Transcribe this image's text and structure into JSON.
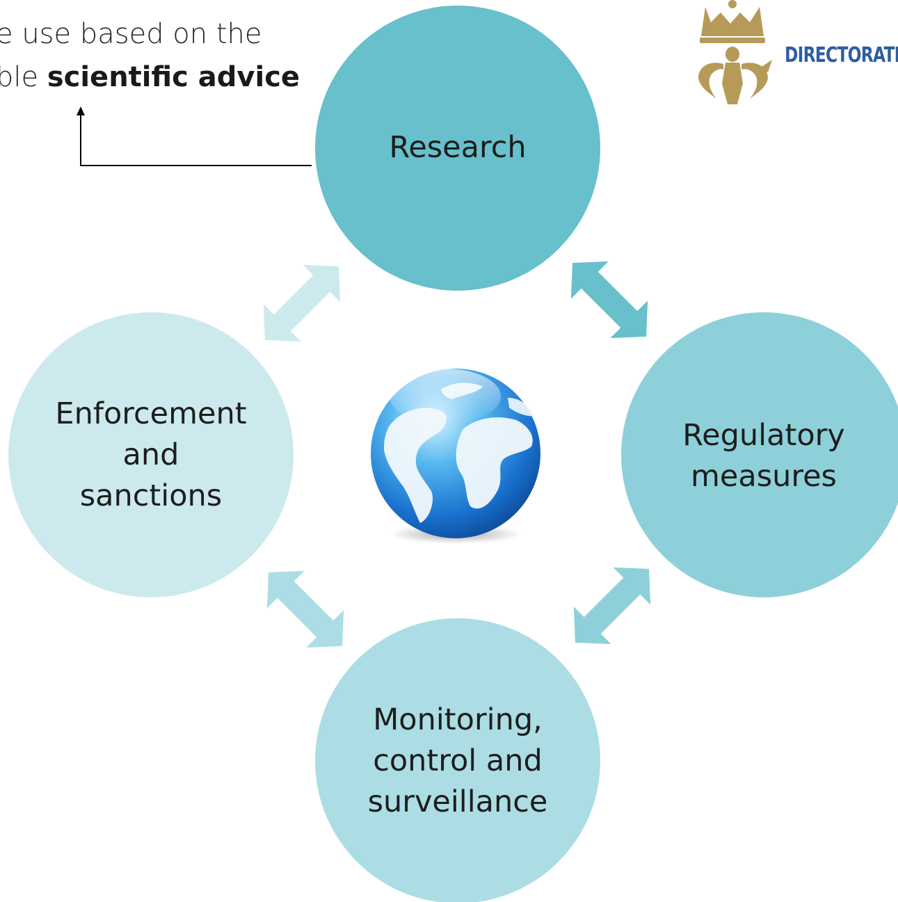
{
  "callout": {
    "line1": "e use based on the",
    "line2_prefix": "ble ",
    "line2_bold": "scientific advice"
  },
  "nodes": [
    {
      "id": "research",
      "label": "Research",
      "color": "#67c0cc"
    },
    {
      "id": "regulatory",
      "label": "Regulatory measures",
      "color": "#8ed0d9"
    },
    {
      "id": "mcs",
      "label": "Monitoring, control and surveillance",
      "color": "#acdde4"
    },
    {
      "id": "enforcement",
      "label": "Enforcement and sanctions",
      "color": "#cceaee"
    }
  ],
  "logo": {
    "text": "DIRECTORATE",
    "crest_color": "#b59a58",
    "text_color": "#2d5fa0"
  },
  "center_icon": "globe-icon"
}
